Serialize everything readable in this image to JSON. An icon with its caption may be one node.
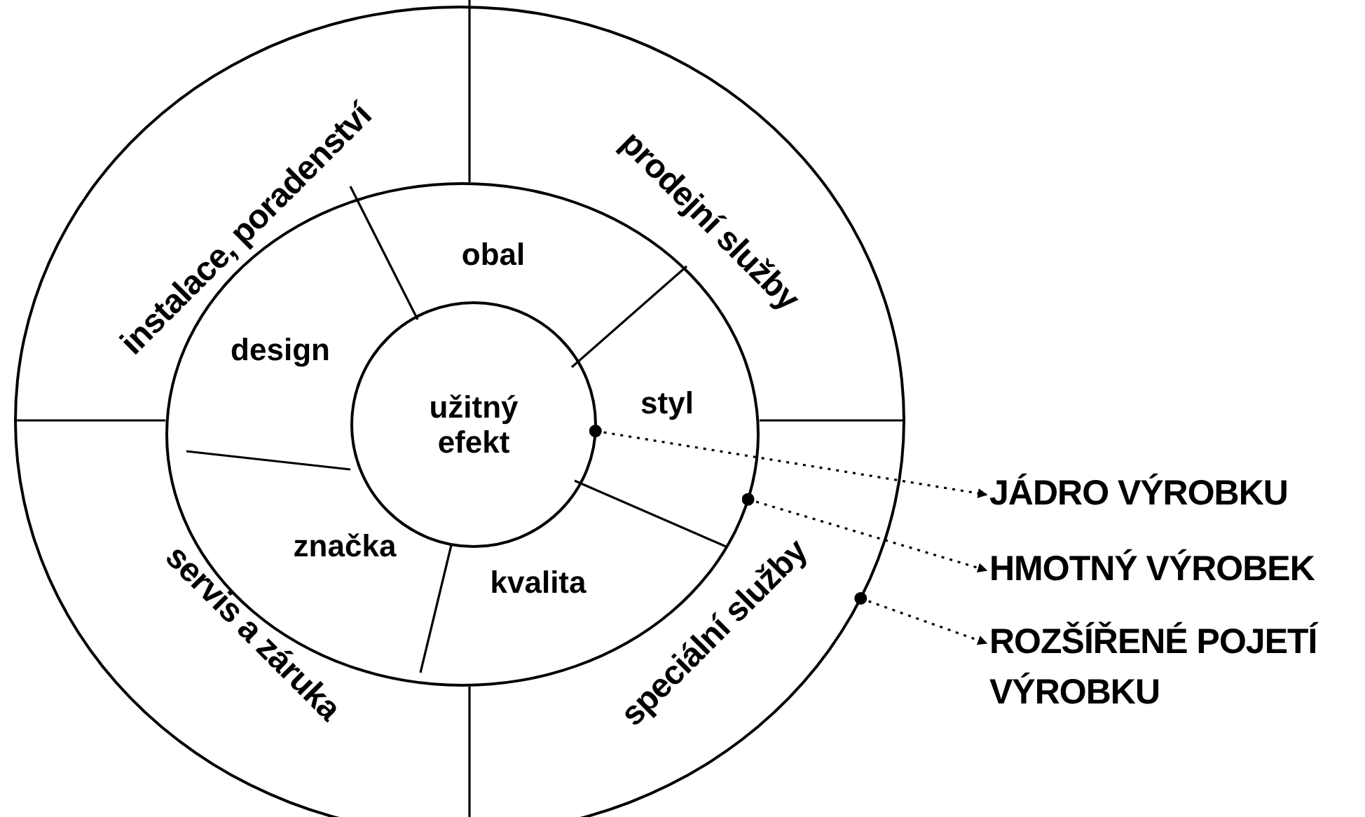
{
  "diagram": {
    "nodes": [
      {
        "text": [],
        "shape": "ellipse"
      },
      {
        "text": [
          "instalace, poradenství"
        ],
        "in": 0
      },
      {
        "text": [
          "prodejní služby"
        ],
        "in": 0
      },
      {
        "text": [
          "servis a záruka"
        ],
        "in": 0
      },
      {
        "text": [
          "speciální služby"
        ],
        "in": 0
      },
      {
        "text": [],
        "shape": "ellipse",
        "in": 0
      },
      {
        "text": [
          "obal"
        ],
        "in": 5
      },
      {
        "text": [
          "design"
        ],
        "in": 5
      },
      {
        "text": [
          "styl"
        ],
        "in": 5
      },
      {
        "text": [
          "značka"
        ],
        "in": 5
      },
      {
        "text": [
          "kvalita"
        ],
        "in": 5
      },
      {
        "text": [
          "užitný efekt"
        ],
        "in": 5
      },
      {
        "text": [
          "JÁDRO VÝROBKU"
        ]
      },
      {
        "text": [
          "HMOTNÝ VÝROBEK"
        ]
      },
      {
        "text": [
          "ROZŠÍŘENÉ POJETÍ VÝROBKU"
        ]
      }
    ],
    "edges": [
      {
        "from": 11,
        "to": 12,
        "arrow": "to",
        "style": "dashed"
      },
      {
        "from": 5,
        "to": 13,
        "arrow": "to",
        "style": "dashed"
      },
      {
        "from": 0,
        "to": 14,
        "arrow": "to",
        "style": "dashed"
      }
    ]
  }
}
